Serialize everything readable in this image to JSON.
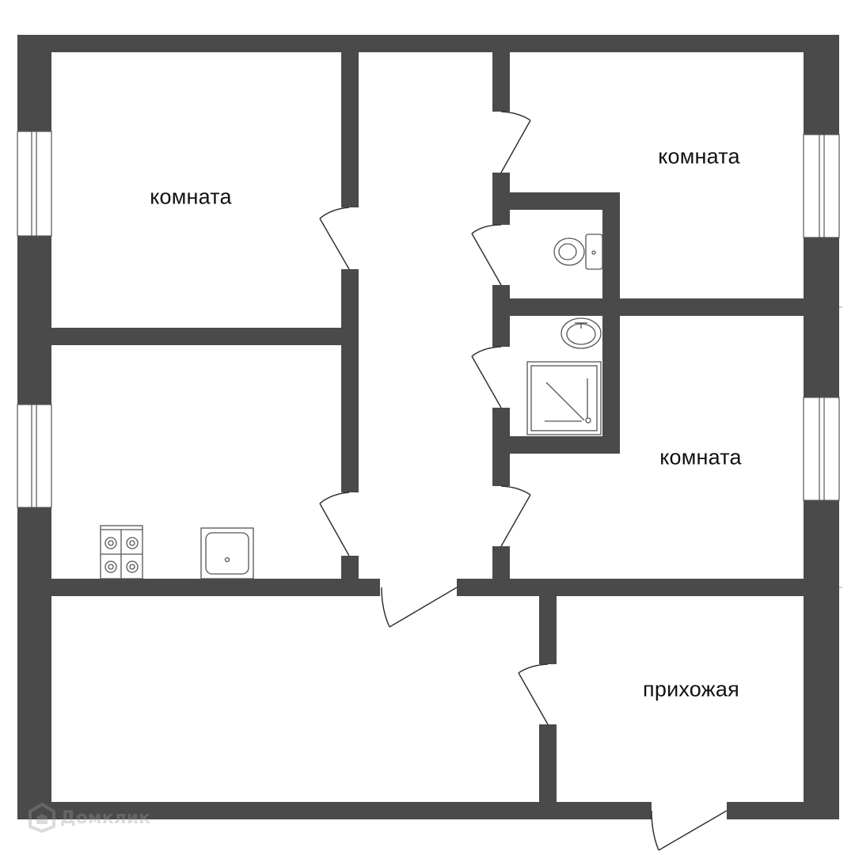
{
  "floorplan": {
    "rooms": [
      {
        "id": "room-top-left",
        "label": "комната"
      },
      {
        "id": "room-top-right",
        "label": "комната"
      },
      {
        "id": "room-middle-right",
        "label": "комната"
      },
      {
        "id": "hallway",
        "label": "прихожая"
      }
    ],
    "watermark": "Домклик",
    "colors": {
      "wall": "#4a4a4a",
      "window_frame": "#555555",
      "fixture_stroke": "#555555",
      "background": "#ffffff"
    }
  }
}
